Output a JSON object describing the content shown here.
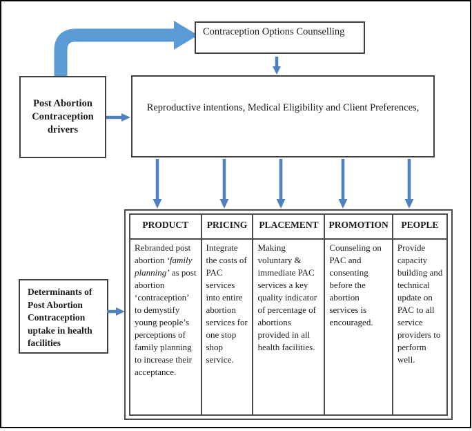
{
  "boxes": {
    "counselling": "Contraception Options Counselling",
    "drivers": "Post Abortion Contraception drivers",
    "mediators": "Reproductive intentions, Medical Eligibility and Client Preferences,",
    "determinants": "Determinants of Post Abortion Contraception uptake in health facilities"
  },
  "table": {
    "headers": [
      "PRODUCT",
      "PRICING",
      "PLACEMENT",
      "PROMOTION",
      "PEOPLE"
    ],
    "product": {
      "pre": "Rebranded post abortion ",
      "italic": "‘family planning’",
      "post": " as post abortion ‘contraception’ to demystify young people’s perceptions of family planning  to increase their acceptance."
    },
    "pricing": "Integrate the costs of PAC services into entire abortion services for one stop shop service.",
    "placement": "Making voluntary & immediate PAC services a key quality indicator of percentage of abortions provided in all health facilities.",
    "promotion": "Counseling on PAC and consenting before the abortion services is encouraged.",
    "people": "Provide capacity building and technical update on PAC to all service providers to perform well."
  },
  "colors": {
    "fat_arrow": "#5b9bd5",
    "thin_arrow": "#4f81bd",
    "box_border": "#3f3f3f",
    "table_border": "#4c4c4c",
    "text": "#1c1c1c"
  }
}
